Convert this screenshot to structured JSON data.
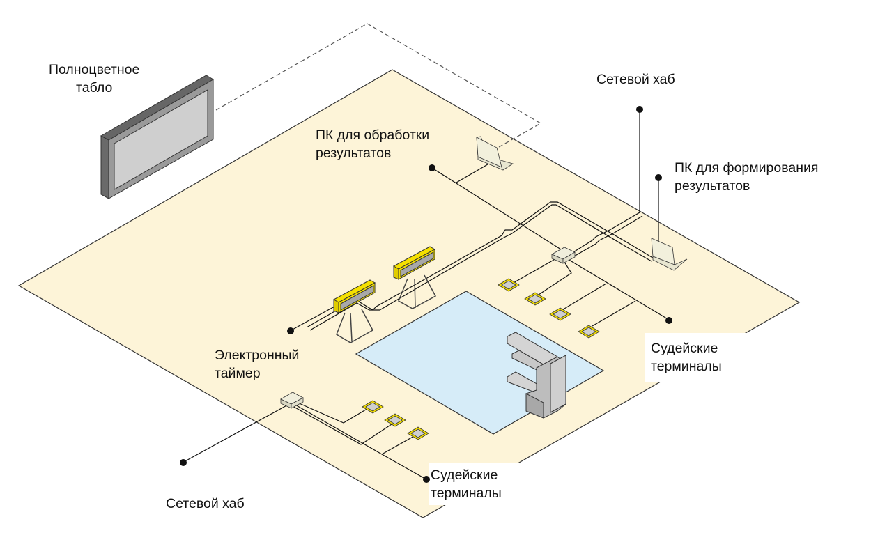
{
  "title": "Схема расположения оборудования в бассейне",
  "colors": {
    "floor": "#fdf4d8",
    "pool": "#d6ecf8",
    "device_yellow": "#f5e000",
    "screen_gray": "#cfcfcf",
    "frame_gray": "#8a8a8a",
    "line": "#111111"
  },
  "labels": {
    "scoreboard": [
      "Полноцветное",
      "табло"
    ],
    "processing_pc": [
      "ПК для обработки",
      "результатов"
    ],
    "network_hub_top": [
      "Сетевой хаб"
    ],
    "forming_pc": [
      "ПК для формирования",
      "результатов"
    ],
    "timer": [
      "Электронный",
      "таймер"
    ],
    "judge_terminals_right": [
      "Судейские",
      "терминалы"
    ],
    "judge_terminals_bottom": [
      "Судейские",
      "терминалы"
    ],
    "network_hub_bottom": [
      "Сетевой хаб"
    ]
  },
  "components": [
    {
      "name": "scoreboard",
      "icon": "display-icon"
    },
    {
      "name": "processing-pc",
      "icon": "laptop-icon"
    },
    {
      "name": "forming-pc",
      "icon": "laptop-icon"
    },
    {
      "name": "network-hub-top",
      "icon": "hub-icon"
    },
    {
      "name": "network-hub-bottom",
      "icon": "hub-icon"
    },
    {
      "name": "timer-1",
      "icon": "timer-display-icon"
    },
    {
      "name": "timer-2",
      "icon": "timer-display-icon"
    },
    {
      "name": "judge-terminals-right",
      "count": 4,
      "icon": "terminal-icon"
    },
    {
      "name": "judge-terminals-bottom",
      "count": 3,
      "icon": "terminal-icon"
    },
    {
      "name": "pool",
      "icon": "pool-icon"
    },
    {
      "name": "diving-tower",
      "icon": "diving-tower-icon"
    }
  ]
}
